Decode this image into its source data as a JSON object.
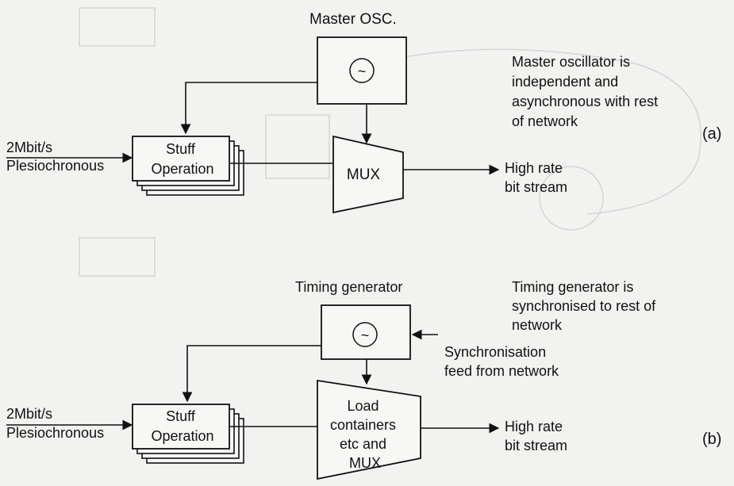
{
  "panel_a": {
    "master_osc_label": "Master OSC.",
    "master_note": [
      "Master oscillator is",
      "independent and",
      "asynchronous with rest",
      "of network"
    ],
    "input_label": [
      "2Mbit/s",
      "Plesiochronous"
    ],
    "stuff_label": [
      "Stuff",
      "Operation"
    ],
    "mux_label": "MUX",
    "output_label": [
      "High rate",
      "bit stream"
    ],
    "tag": "(a)"
  },
  "panel_b": {
    "timing_gen_label": "Timing generator",
    "timing_note": [
      "Timing generator is",
      "synchronised to rest of",
      "network"
    ],
    "sync_feed_label": [
      "Synchronisation",
      "feed from network"
    ],
    "input_label": [
      "2Mbit/s",
      "Plesiochronous"
    ],
    "stuff_label": [
      "Stuff",
      "Operation"
    ],
    "load_label": [
      "Load",
      "containers",
      "etc and",
      "MUX"
    ],
    "output_label": [
      "High rate",
      "bit stream"
    ],
    "tag": "(b)"
  },
  "icons": {
    "oscillator_symbol": "~"
  }
}
